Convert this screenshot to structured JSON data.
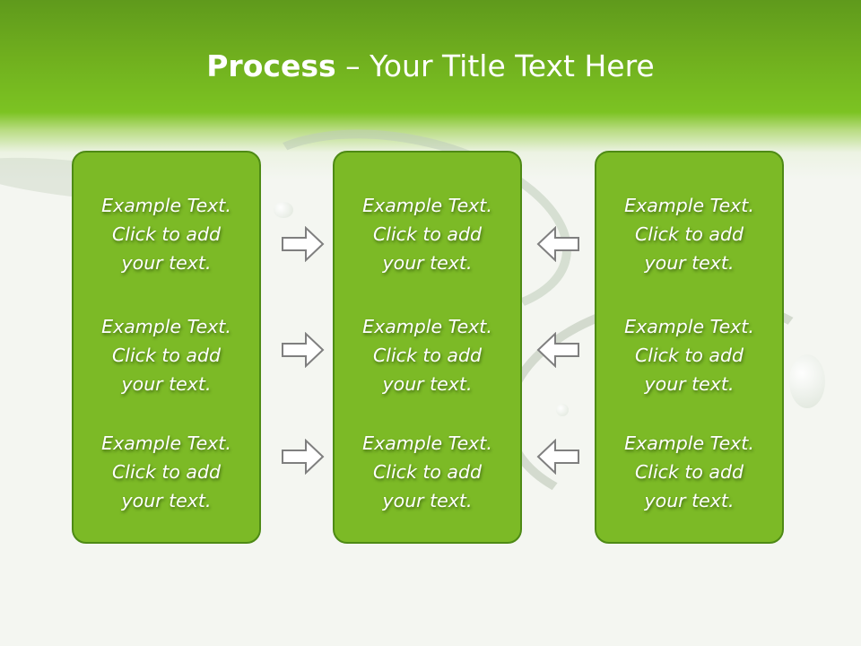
{
  "slide": {
    "title_bold": "Process",
    "title_rest": " – Your Title Text Here"
  },
  "panels": [
    {
      "blocks": [
        {
          "line1": "Example Text.",
          "line2": "Click  to add",
          "line3": "your text."
        },
        {
          "line1": "Example Text.",
          "line2": "Click  to add",
          "line3": "your text."
        },
        {
          "line1": "Example Text.",
          "line2": "Click  to add",
          "line3": "your text."
        }
      ]
    },
    {
      "blocks": [
        {
          "line1": "Example Text.",
          "line2": "Click  to add",
          "line3": "your text."
        },
        {
          "line1": "Example Text.",
          "line2": "Click  to add",
          "line3": "your text."
        },
        {
          "line1": "Example Text.",
          "line2": "Click  to add",
          "line3": "your text."
        }
      ]
    },
    {
      "blocks": [
        {
          "line1": "Example Text.",
          "line2": "Click  to add",
          "line3": "your text."
        },
        {
          "line1": "Example Text.",
          "line2": "Click  to add",
          "line3": "your text."
        },
        {
          "line1": "Example Text.",
          "line2": "Click  to add",
          "line3": "your text."
        }
      ]
    }
  ],
  "colors": {
    "header_green": "#7cc322",
    "panel_fill": "#7cba26",
    "panel_border": "#4e8a15",
    "arrow_outline": "#7f7f7f"
  },
  "icons": {
    "right_arrows": "right-arrow-outline",
    "left_arrows": "left-arrow-outline"
  }
}
